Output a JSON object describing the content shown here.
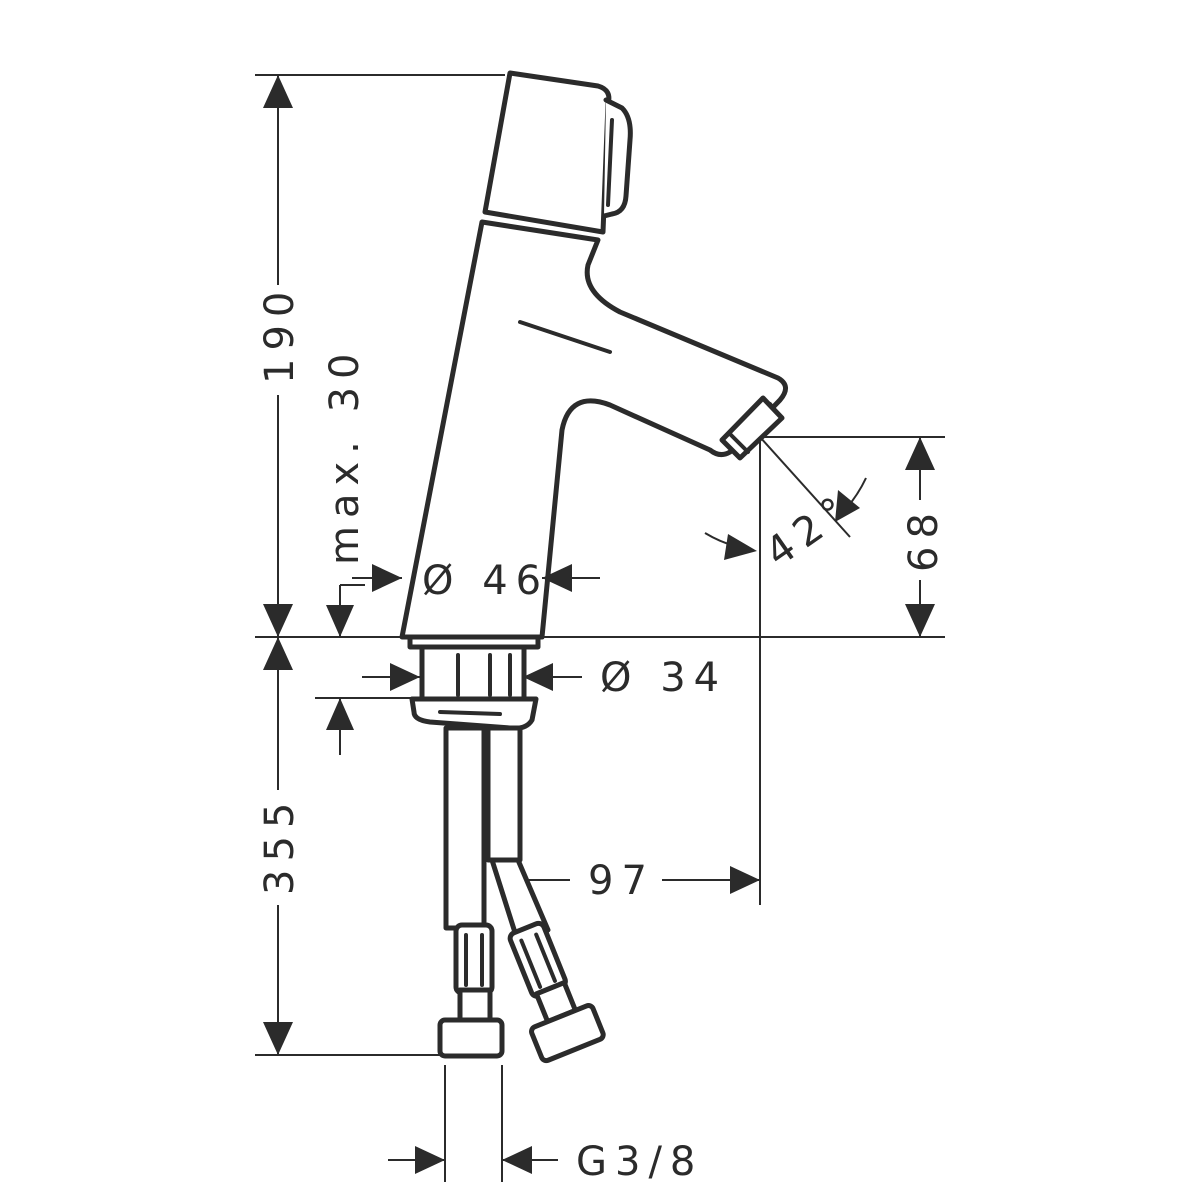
{
  "dimensions": {
    "height_above_basin": "190",
    "max_deck_thickness": "max. 30",
    "body_diameter": "Ø 46",
    "shank_diameter": "Ø 34",
    "spout_height": "68",
    "spout_angle": "42°",
    "spout_reach": "97",
    "hose_length": "355",
    "connection_thread": "G3/8"
  },
  "colors": {
    "line": "#2b2b2b",
    "background": "#ffffff"
  }
}
